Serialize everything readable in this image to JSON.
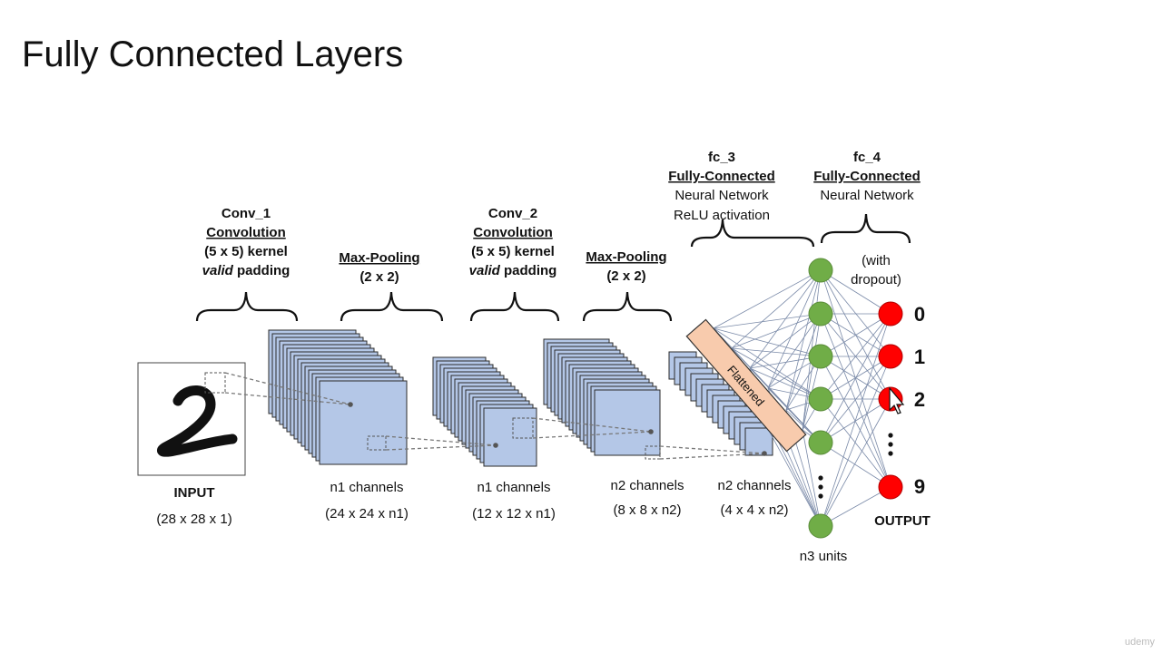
{
  "slide": {
    "title": "Fully Connected Layers"
  },
  "stages": {
    "conv1": {
      "name": "Conv_1",
      "type": "Convolution",
      "kernel": "(5 x 5) kernel",
      "padding_em": "valid",
      "padding_rest": " padding"
    },
    "pool1": {
      "name": "Max-Pooling",
      "size": "(2 x 2)"
    },
    "conv2": {
      "name": "Conv_2",
      "type": "Convolution",
      "kernel": "(5 x 5) kernel",
      "padding_em": "valid",
      "padding_rest": " padding"
    },
    "pool2": {
      "name": "Max-Pooling",
      "size": "(2 x 2)"
    },
    "fc3": {
      "name": "fc_3",
      "type": "Fully-Connected",
      "desc": "Neural Network",
      "activation": "ReLU activation"
    },
    "fc4": {
      "name": "fc_4",
      "type": "Fully-Connected",
      "desc": "Neural Network"
    }
  },
  "volumes": {
    "input": {
      "label": "INPUT",
      "dims": "(28 x 28 x 1)"
    },
    "v1": {
      "label": "n1 channels",
      "dims": "(24 x 24 x n1)"
    },
    "v2": {
      "label": "n1 channels",
      "dims": "(12 x 12 x n1)"
    },
    "v3": {
      "label": "n2 channels",
      "dims": "(8 x 8 x n2)"
    },
    "v4": {
      "label": "n2 channels",
      "dims": "(4 x 4 x n2)"
    }
  },
  "flattened_label": "Flattened",
  "hidden": {
    "units_label": "n3 units",
    "dropout_1": "(with",
    "dropout_2": "dropout)"
  },
  "output": {
    "label": "OUTPUT",
    "digits": [
      "0",
      "1",
      "2",
      "9"
    ]
  },
  "colors": {
    "sheet": "#b4c7e7",
    "hidden_node": "#70ad47",
    "output_node": "#ff0000",
    "flatten_bar": "#f8cbad"
  },
  "watermark": "udemy"
}
